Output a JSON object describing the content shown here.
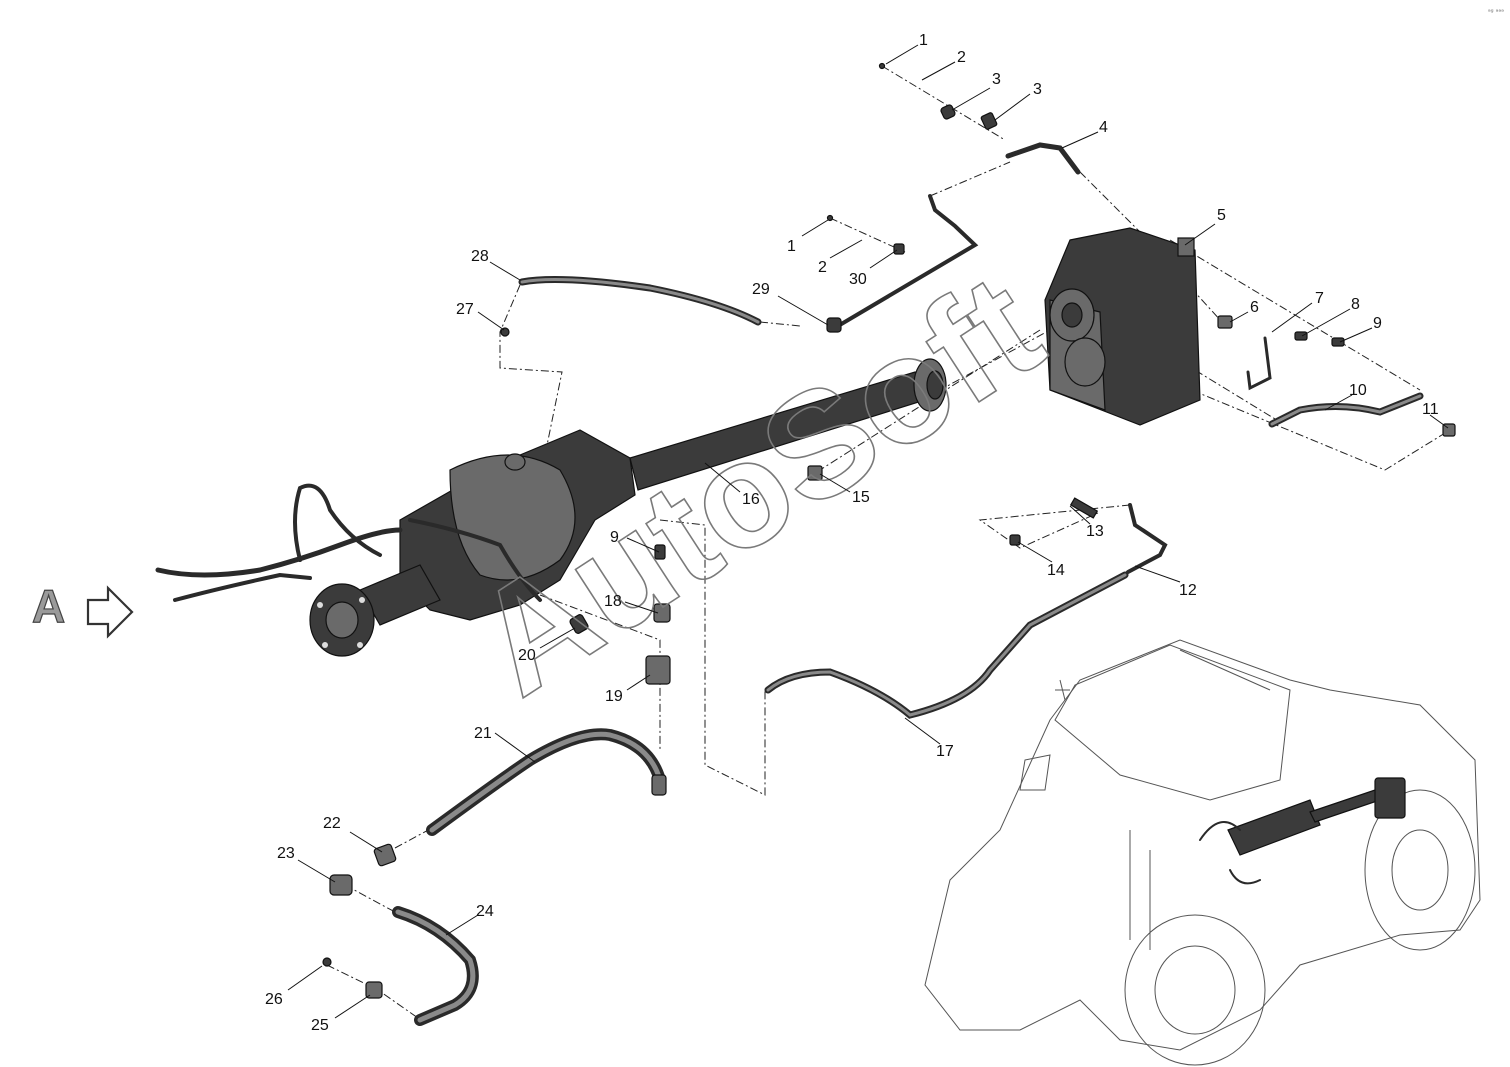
{
  "view_label": "A",
  "watermark": "AutoSoft",
  "corner_mark": "ᵃᵍ ᵃᵃᵃ",
  "callouts": [
    "1",
    "2",
    "3",
    "3",
    "4",
    "5",
    "6",
    "7",
    "8",
    "9",
    "10",
    "11",
    "12",
    "13",
    "14",
    "15",
    "16",
    "17",
    "18",
    "19",
    "20",
    "21",
    "22",
    "23",
    "24",
    "25",
    "26",
    "27",
    "28",
    "29",
    "30",
    "1",
    "2",
    "9"
  ],
  "colors": {
    "line": "#111111",
    "part": "#3b3b3b",
    "watermark": "#7a7a7a",
    "view_arrow": "#9a9a9a"
  }
}
